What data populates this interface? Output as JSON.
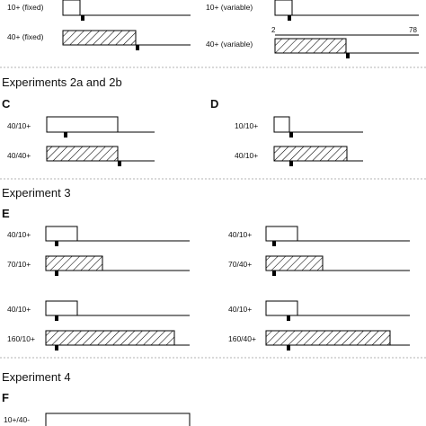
{
  "colors": {
    "line": "#000000",
    "hatch": "#000000",
    "separator": "#9a9a9a",
    "background": "#ffffff"
  },
  "sections": {
    "exp2": "Experiments 2a and 2b",
    "exp3": "Experiment 3",
    "exp4": "Experiment 4"
  },
  "panels": {
    "C": "C",
    "D": "D",
    "E": "E",
    "F": "F"
  },
  "top_left": {
    "row1_label": "10+ (fixed)",
    "row2_label": "40+ (fixed)"
  },
  "top_right": {
    "row1_label": "10+ (variable)",
    "row2_label": "40+ (variable)",
    "tick_min": "2",
    "tick_max": "78"
  },
  "panel_C": {
    "row1_label": "40/10+",
    "row2_label": "40/40+"
  },
  "panel_D": {
    "row1_label": "10/10+",
    "row2_label": "40/10+"
  },
  "panel_E": {
    "left": [
      "40/10+",
      "70/10+",
      "40/10+",
      "160/10+"
    ],
    "right": [
      "40/10+",
      "70/40+",
      "40/10+",
      "160/40+"
    ]
  },
  "panel_F": {
    "row1_label": "10+/40-"
  }
}
